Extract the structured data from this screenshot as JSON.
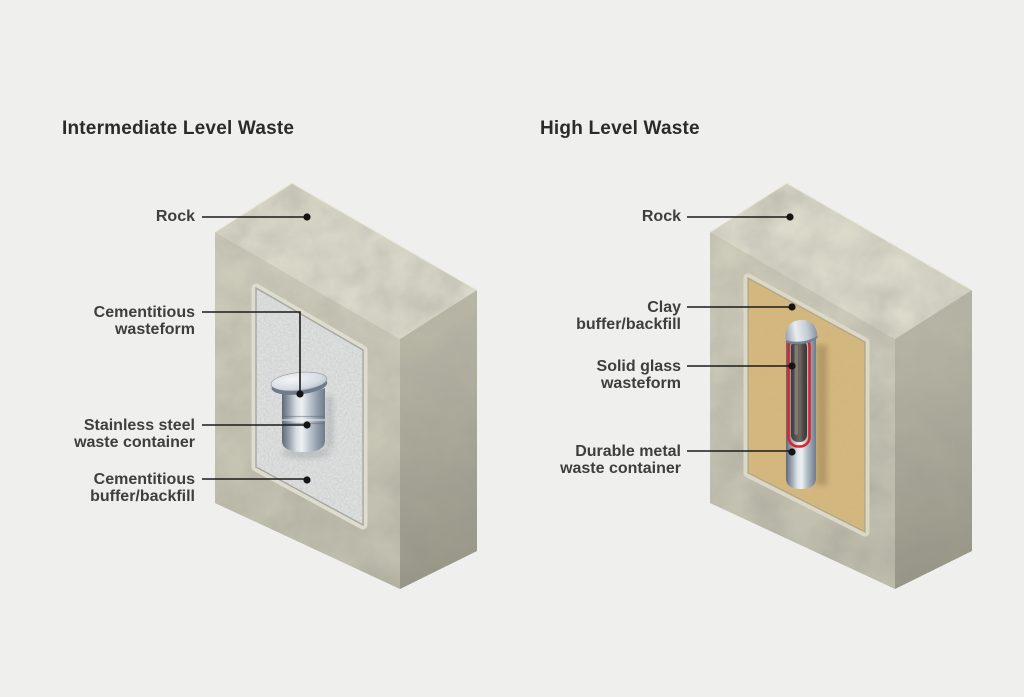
{
  "diagram": {
    "left": {
      "title": "Intermediate Level Waste",
      "labels": {
        "rock": [
          "Rock"
        ],
        "wasteform": [
          "Cementitious",
          "wasteform"
        ],
        "container": [
          "Stainless steel",
          "waste container"
        ],
        "backfill": [
          "Cementitious",
          "buffer/backfill"
        ]
      }
    },
    "right": {
      "title": "High Level Waste",
      "labels": {
        "rock": [
          "Rock"
        ],
        "backfill": [
          "Clay",
          "buffer/backfill"
        ],
        "wasteform": [
          "Solid glass",
          "wasteform"
        ],
        "container": [
          "Durable metal",
          "waste container"
        ]
      }
    },
    "colors": {
      "background": "#efefee",
      "rock_top": "#dcdacb",
      "rock_front": "#cdcbba",
      "rock_side": "#b8b6a5",
      "cementitious_backfill": "#e0e2e1",
      "clay_backfill": "#d6b87e",
      "steel_container": "#c3ccd4",
      "glass_wasteform": "#57524f",
      "glass_outline_red": "#d8262d",
      "title_text": "#2b2b2b",
      "label_text": "#3e3e3e",
      "leader_line": "#1b1b1b"
    }
  }
}
